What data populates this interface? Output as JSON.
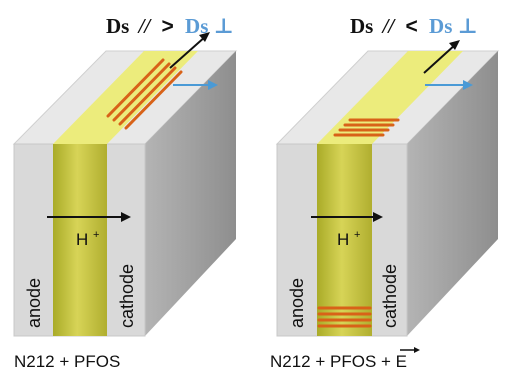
{
  "colors": {
    "cube_front": "#d8d8d8",
    "cube_top": "#e9e9e9",
    "cube_side": "#a7a7a7",
    "membrane_front": "#c4c23a",
    "membrane_top": "#ecec7e",
    "fibers": "#d86218",
    "blue_arrow": "#4a9ad6",
    "black": "#111111",
    "blue_text": "#5b9bd5"
  },
  "left_panel": {
    "title_prefix": "Ds",
    "parallel_symbol": "//",
    "comparator": ">",
    "title_suffix": "Ds ⊥",
    "proton": "H",
    "proton_charge": "+",
    "anode": "anode",
    "cathode": "cathode",
    "caption": "N212 + PFOS"
  },
  "right_panel": {
    "title_prefix": "Ds",
    "parallel_symbol": "//",
    "comparator": "<",
    "title_suffix": "Ds ⊥",
    "proton": "H",
    "proton_charge": "+",
    "anode": "anode",
    "cathode": "cathode",
    "caption": "N212 + PFOS + E"
  }
}
